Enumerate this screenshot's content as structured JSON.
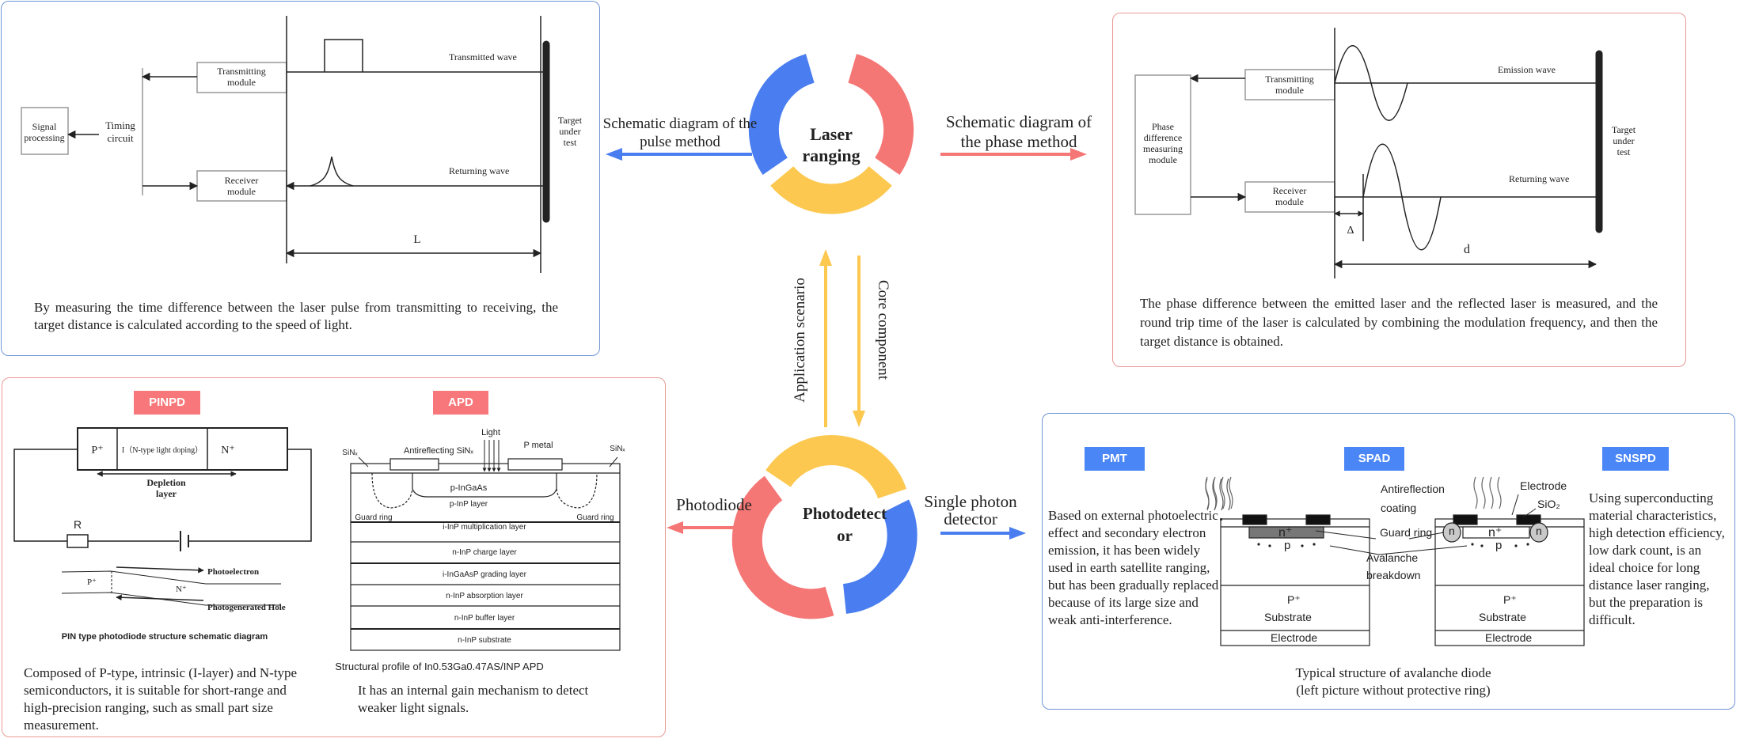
{
  "colors": {
    "blue": "#4a7ef0",
    "red": "#f47775",
    "yellow": "#fcc84f",
    "pink_badge": "#f7777a",
    "blue_badge": "#4a86f5",
    "panel_blue": "#6f95d5",
    "panel_red": "#e89a95"
  },
  "hub_top": {
    "line1": "Laser",
    "line2": "ranging"
  },
  "hub_bottom": {
    "line1": "Photodetect",
    "line2": "or"
  },
  "arrows": {
    "pulse_line1": "Schematic diagram of the",
    "pulse_line2": "pulse method",
    "phase_line1": "Schematic diagram of",
    "phase_line2": "the phase method",
    "application": "Application scenario",
    "core": "Core component",
    "photodiode": "Photodiode",
    "single_line1": "Single photon",
    "single_line2": "detector"
  },
  "pulse": {
    "signal_line1": "Signal",
    "signal_line2": "processing",
    "timing_line1": "Timing",
    "timing_line2": "circuit",
    "transmit_line1": "Transmitting",
    "transmit_line2": "module",
    "receive_line1": "Receiver",
    "receive_line2": "module",
    "transmitted_wave": "Transmitted wave",
    "returning_wave": "Returning wave",
    "target_line1": "Target",
    "target_line2": "under",
    "target_line3": "test",
    "distance": "L",
    "caption": "By measuring the time difference between the laser pulse from transmitting to receiving, the target distance is calculated according to the speed of light."
  },
  "phase": {
    "phase_line1": "Phase",
    "phase_line2": "difference",
    "phase_line3": "measuring",
    "phase_line4": "module",
    "transmit_line1": "Transmitting",
    "transmit_line2": "module",
    "receive_line1": "Receiver",
    "receive_line2": "module",
    "emission_wave": "Emission wave",
    "returning_wave": "Returning wave",
    "target_line1": "Target",
    "target_line2": "under",
    "target_line3": "test",
    "delta": "Δ",
    "distance": "d",
    "caption": "The phase difference between the emitted laser and the reflected laser is measured, and the round trip time of the laser is calculated by combining the modulation frequency, and then the target distance is obtained."
  },
  "photodiode": {
    "pinpd_badge": "PINPD",
    "p_plus": "P⁺",
    "i_layer": "I（N-type light doping）",
    "n_plus": "N⁺",
    "depletion_line1": "Depletion",
    "depletion_line2": "layer",
    "resistor": "R",
    "photoelectron": "Photoelectron",
    "photohole": "Photogenerated Hole",
    "p_plus_small": "P⁺",
    "n_plus_small": "N⁺",
    "pin_caption": "PIN type photodiode structure schematic diagram",
    "pin_text": "Composed of P-type, intrinsic (I-layer) and N-type semiconductors, it is suitable for short-range and high-precision ranging, such as small part size measurement.",
    "apd_badge": "APD",
    "light": "Light",
    "antireflecting": "Antireflecting  SiNₓ",
    "p_metal": "P  metal",
    "sinx_left": "SiNₓ",
    "sinx_right": "SiNₓ",
    "p_ingaas": "p-InGaAs",
    "p_inp": "p-InP  layer",
    "guard_left": "Guard  ring",
    "guard_right": "Guard  ring",
    "layers": [
      "i-InP  multiplication  layer",
      "n-InP  charge  layer",
      "i-InGaAsP  grading  layer",
      "n-InP  absorption  layer",
      "n-InP  buffer  layer",
      "n-InP  substrate"
    ],
    "apd_caption": "Structural profile of In0.53Ga0.47AS/INP APD",
    "apd_text": "It has an internal gain mechanism to detect weaker light signals."
  },
  "spd": {
    "pmt_badge": "PMT",
    "spad_badge": "SPAD",
    "snspd_badge": "SNSPD",
    "pmt_text": "Based on external photoelectric effect and secondary electron emission, it has been widely used in earth satellite ranging, but has been gradually replaced because of its large size and weak anti-interference.",
    "n_plus": "n⁺",
    "p": "p",
    "p_plus": "P⁺",
    "substrate": "Substrate",
    "electrode": "Electrode",
    "antireflection_line1": "Antireflection",
    "antireflection_line2": "coating",
    "guard_ring": "Guard ring",
    "avalanche_line1": "Avalanche",
    "avalanche_line2": "breakdown",
    "electrode_top": "Electrode",
    "sio2": "SiO₂",
    "n": "n",
    "spad_caption_line1": "Typical structure of avalanche diode",
    "spad_caption_line2": "(left picture without protective ring)",
    "snspd_text": "Using superconducting material characteristics, high detection efficiency, low dark count, is an ideal choice for long distance laser ranging, but the preparation is difficult."
  }
}
